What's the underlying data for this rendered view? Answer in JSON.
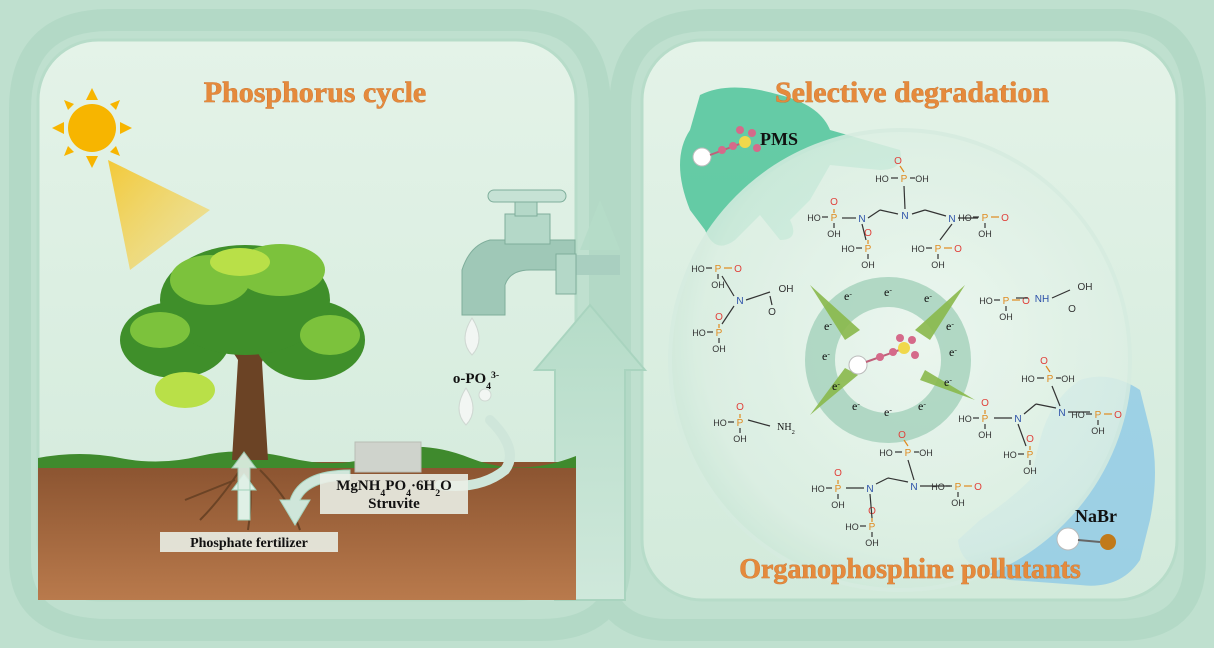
{
  "left_panel": {
    "title": "Phosphorus cycle",
    "label_struvite_formula_parts": [
      "MgNH",
      "4",
      "PO",
      "4",
      "·6H",
      "2",
      "O"
    ],
    "label_struvite_name": "Struvite",
    "label_fertilizer": "Phosphate fertilizer",
    "label_orthophosphate": "o-PO",
    "label_orthophosphate_sub": "4",
    "label_orthophosphate_sup": "3-"
  },
  "right_panel": {
    "title": "Selective degradation",
    "bottom_title": "Organophosphine pollutants",
    "label_pms": "PMS",
    "label_nabr": "NaBr",
    "electron_label": "e",
    "electron_sup": "-",
    "molecule_labels": {
      "oh": "OH",
      "ho": "HO",
      "p": "P",
      "o": "O",
      "n": "N",
      "h": "H",
      "nh2": "NH",
      "nh2_sub": "2"
    }
  },
  "colors": {
    "background": "#bfe0cf",
    "panel_fill": "#dcefe2",
    "panel_stroke": "#a9d4bf",
    "title_orange": "#e58a3c",
    "soil": "#a86c42",
    "grass": "#3f8a2d",
    "sun": "#f7b500",
    "glove_green": "#4fc49a",
    "glove_blue": "#8ec9e6",
    "phosphorus": "#e08a1e",
    "nitrogen": "#2a4fa8",
    "oxygen": "#e0403a"
  }
}
